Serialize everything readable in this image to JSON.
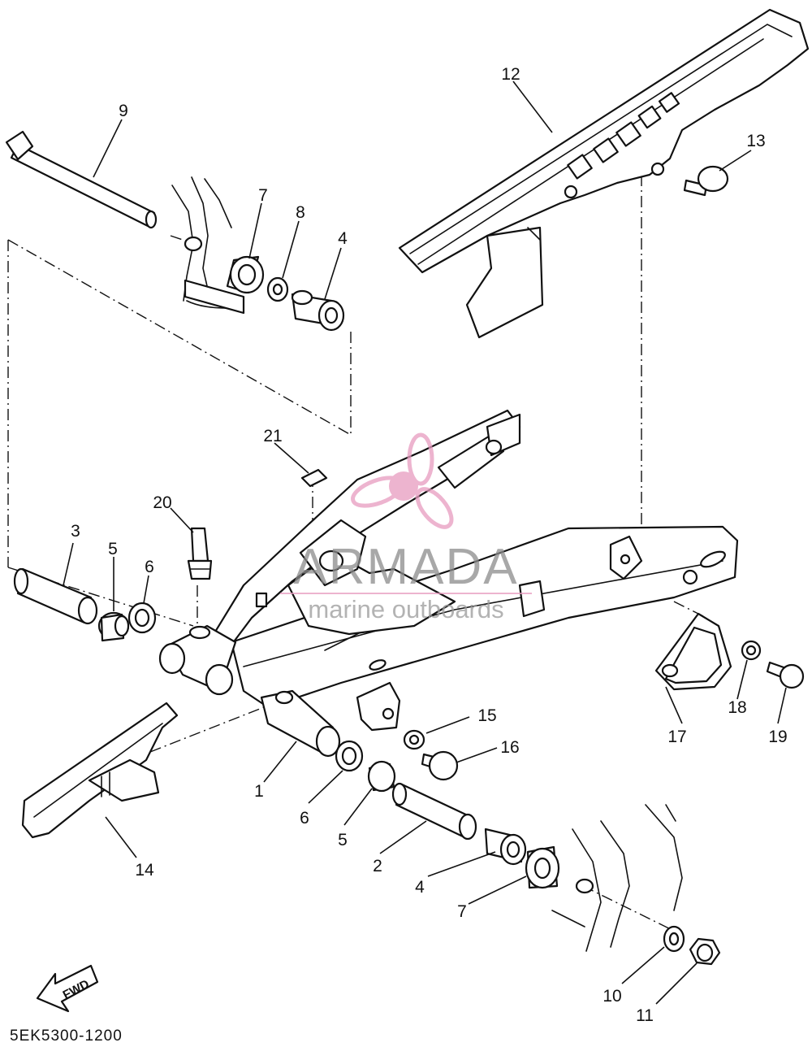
{
  "watermark": {
    "brand": "ARMADA",
    "tagline": "marine outboards",
    "accent_color": "#e79bc0"
  },
  "diagram": {
    "code": "5EK5300-1200",
    "fwd_label": "FWD",
    "callouts": [
      {
        "id": "c1",
        "label": "1"
      },
      {
        "id": "c2",
        "label": "2"
      },
      {
        "id": "c3",
        "label": "3"
      },
      {
        "id": "c4a",
        "label": "4"
      },
      {
        "id": "c4b",
        "label": "4"
      },
      {
        "id": "c5a",
        "label": "5"
      },
      {
        "id": "c5b",
        "label": "5"
      },
      {
        "id": "c6a",
        "label": "6"
      },
      {
        "id": "c6b",
        "label": "6"
      },
      {
        "id": "c7a",
        "label": "7"
      },
      {
        "id": "c7b",
        "label": "7"
      },
      {
        "id": "c8",
        "label": "8"
      },
      {
        "id": "c9",
        "label": "9"
      },
      {
        "id": "c10",
        "label": "10"
      },
      {
        "id": "c11",
        "label": "11"
      },
      {
        "id": "c12",
        "label": "12"
      },
      {
        "id": "c13",
        "label": "13"
      },
      {
        "id": "c14",
        "label": "14"
      },
      {
        "id": "c15",
        "label": "15"
      },
      {
        "id": "c16",
        "label": "16"
      },
      {
        "id": "c17",
        "label": "17"
      },
      {
        "id": "c18",
        "label": "18"
      },
      {
        "id": "c19",
        "label": "19"
      },
      {
        "id": "c20",
        "label": "20"
      },
      {
        "id": "c21",
        "label": "21"
      }
    ]
  }
}
